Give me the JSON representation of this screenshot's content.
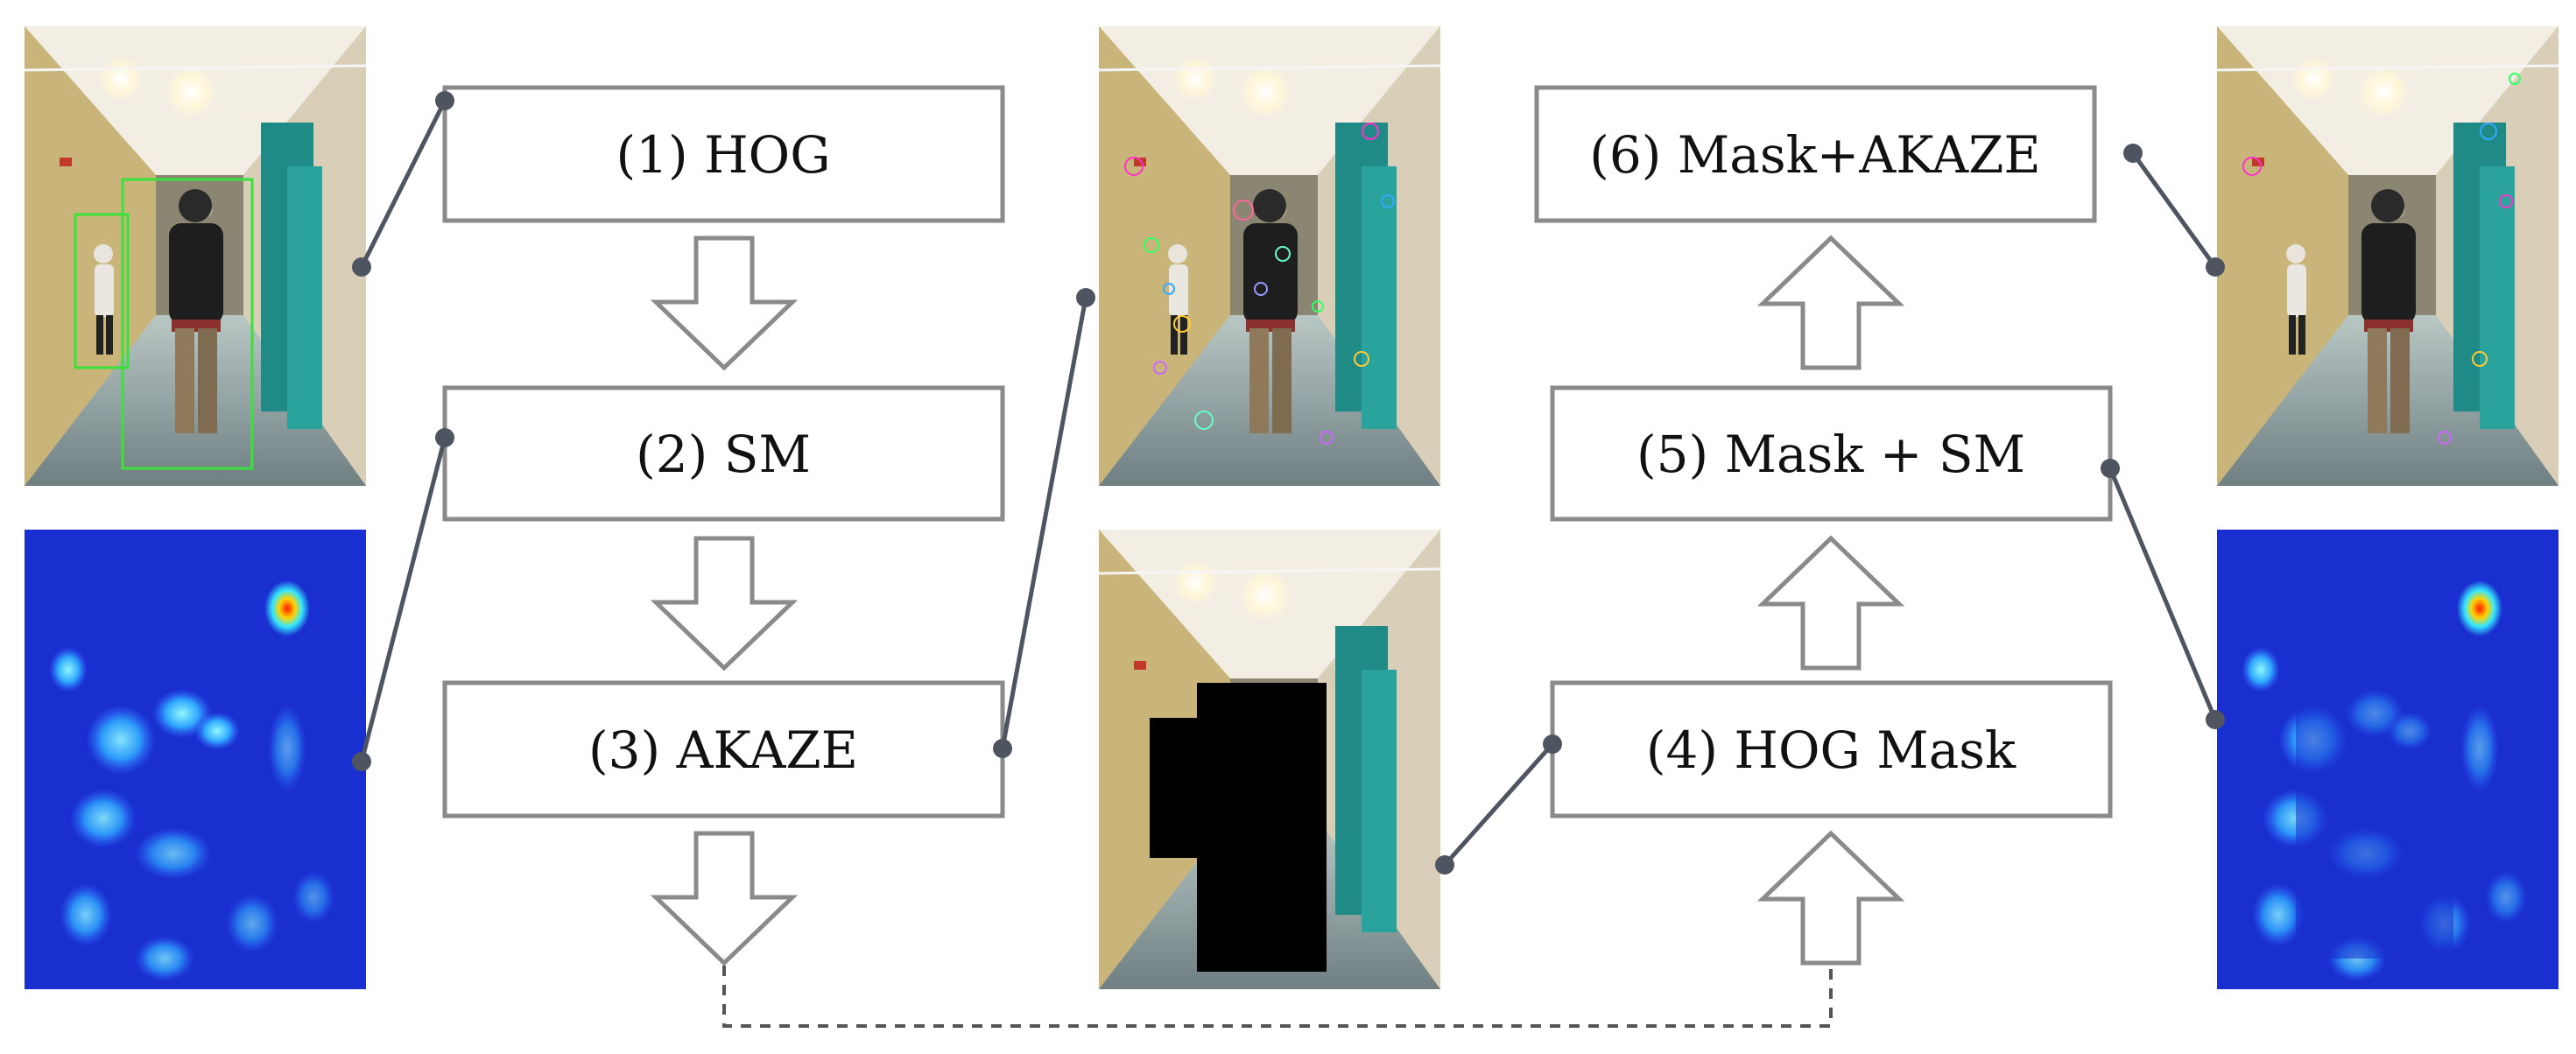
{
  "steps": [
    {
      "id": "1",
      "label": "(1) HOG"
    },
    {
      "id": "2",
      "label": "(2) SM"
    },
    {
      "id": "3",
      "label": "(3) AKAZE"
    },
    {
      "id": "4",
      "label": "(4) HOG Mask"
    },
    {
      "id": "5",
      "label": "(5) Mask + SM"
    },
    {
      "id": "6",
      "label": "(6) Mask+AKAZE"
    }
  ],
  "images": {
    "hog_detection": "corridor photo with HOG pedestrian detection boxes",
    "saliency_map": "saliency map heatmap",
    "akaze_features": "corridor photo with AKAZE keypoints",
    "hog_mask": "corridor photo with black mask over detected pedestrians",
    "masked_features": "corridor photo with masked AKAZE keypoints",
    "masked_saliency": "masked saliency map heatmap"
  },
  "colors": {
    "box_stroke": "#8a8a8a",
    "connector": "#4f5560",
    "detection_box": "#39e23a",
    "heatmap_low": "#1428c8",
    "heatmap_high": "#ff1a00"
  }
}
